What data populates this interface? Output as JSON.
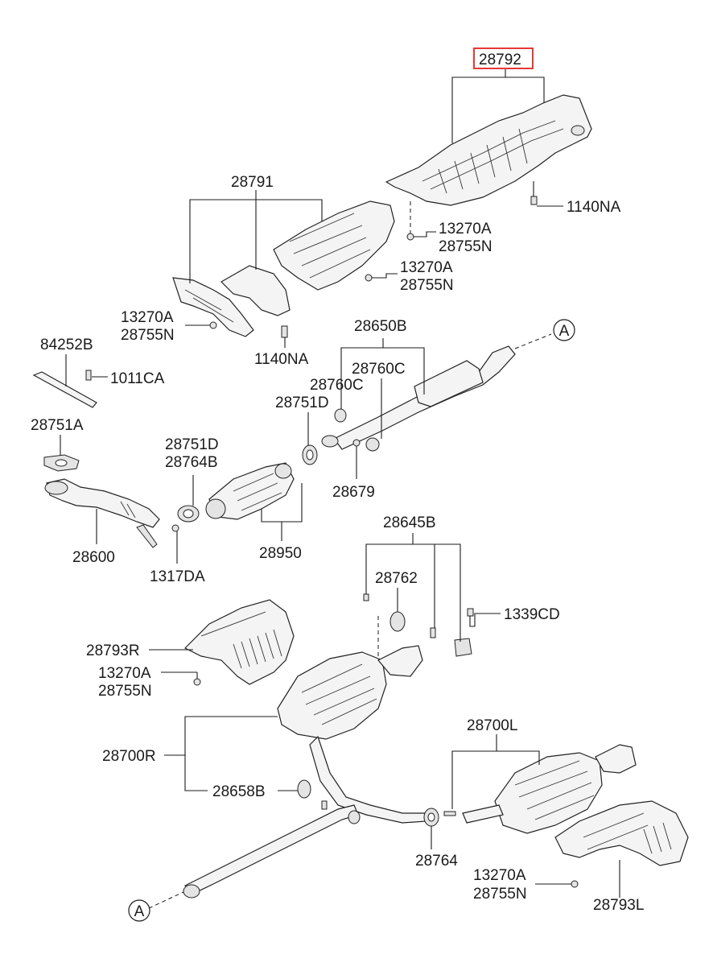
{
  "labels": {
    "p28792": "28792",
    "p28791": "28791",
    "p1140NA_top": "1140NA",
    "p13270A_a": "13270A",
    "p28755N_a": "28755N",
    "p13270A_b": "13270A",
    "p28755N_b": "28755N",
    "p13270A_c": "13270A",
    "p28755N_c": "28755N",
    "p1140NA_mid": "1140NA",
    "p84252B": "84252B",
    "p1011CA": "1011CA",
    "p28650B": "28650B",
    "p28760C_a": "28760C",
    "p28760C_b": "28760C",
    "p28751D_a": "28751D",
    "p28751A": "28751A",
    "p28751D_b": "28751D",
    "p28764B": "28764B",
    "p28679": "28679",
    "p28600": "28600",
    "p28950": "28950",
    "p1317DA": "1317DA",
    "p28645B": "28645B",
    "p28762": "28762",
    "p1339CD": "1339CD",
    "p28793R": "28793R",
    "p13270A_d": "13270A",
    "p28755N_d": "28755N",
    "p28700R": "28700R",
    "p28658B": "28658B",
    "p28700L": "28700L",
    "p28764": "28764",
    "p13270A_e": "13270A",
    "p28755N_e": "28755N",
    "p28793L": "28793L",
    "connector_a_top": "A",
    "connector_a_bottom": "A"
  },
  "colors": {
    "highlight": "#e53935",
    "line": "#1a1a1a"
  }
}
